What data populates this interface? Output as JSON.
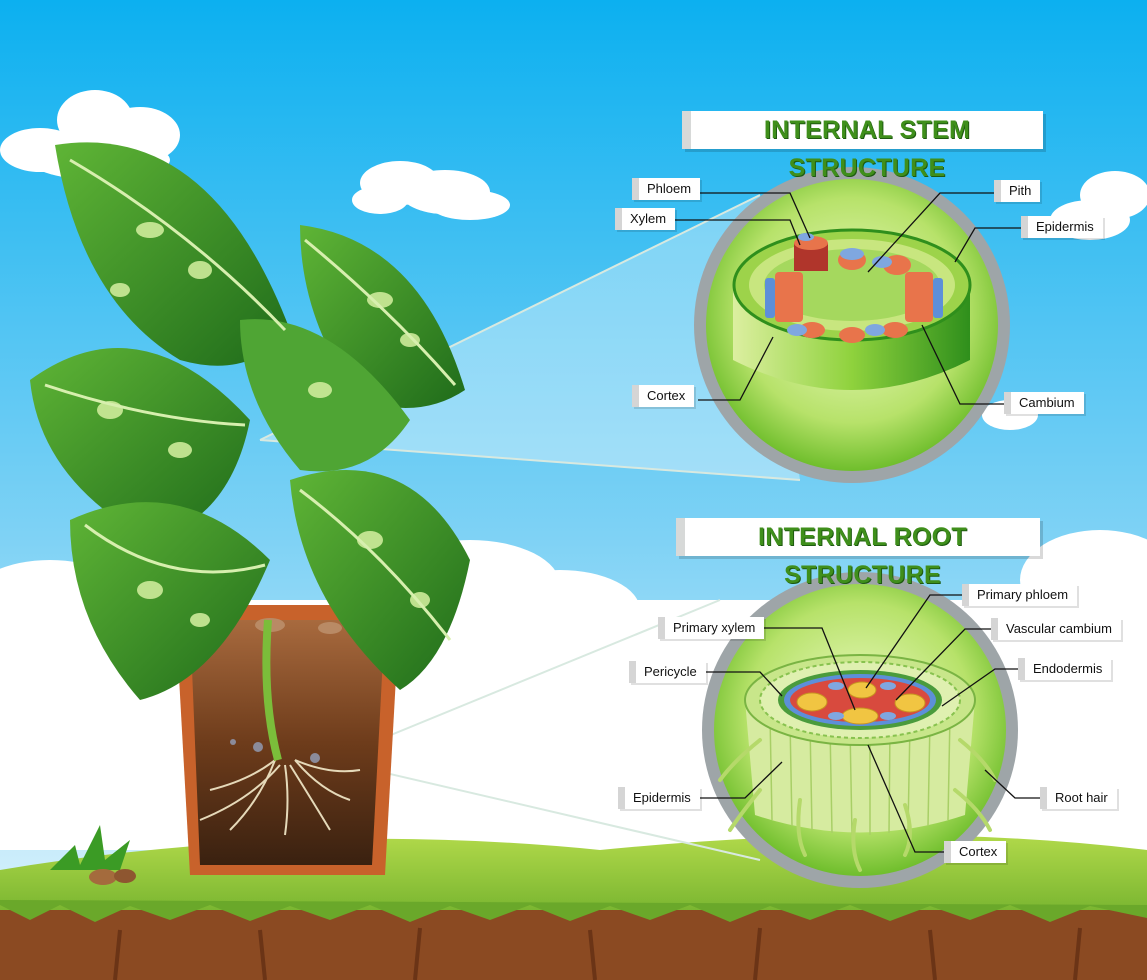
{
  "stem_section": {
    "title": "INTERNAL STEM STRUCTURE",
    "labels": {
      "phloem": "Phloem",
      "xylem": "Xylem",
      "pith": "Pith",
      "epidermis": "Epidermis",
      "cortex": "Cortex",
      "cambium": "Cambium"
    }
  },
  "root_section": {
    "title": "INTERNAL ROOT STRUCTURE",
    "labels": {
      "primary_phloem": "Primary phloem",
      "primary_xylem": "Primary xylem",
      "vascular_cambium": "Vascular cambium",
      "pericycle": "Pericycle",
      "endodermis": "Endodermis",
      "epidermis": "Epidermis",
      "root_hair": "Root hair",
      "cortex": "Cortex"
    }
  },
  "colors": {
    "sky": "#0fb6f2",
    "title_text": "#3f8f1b",
    "leaf": "#3f9b2a",
    "ground": "#8cc63e",
    "soil": "#8b4a22",
    "pot": "#c8622b"
  }
}
